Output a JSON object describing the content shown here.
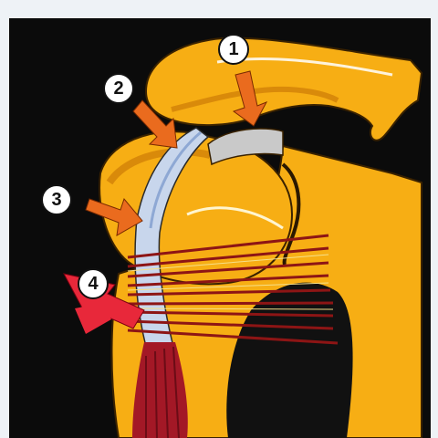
{
  "image": {
    "subject": "shoulder-anatomy-illustration",
    "colors": {
      "background": "#0b0b0b",
      "bone": "#f7ae14",
      "bone_shadow": "#d98a0a",
      "tendon": "#c8d6ec",
      "muscle": "#a31826",
      "arrow": "#ea6b1e",
      "ligament_lines": "#8d1515",
      "large_arrow": "#e8283a"
    }
  },
  "markers": [
    {
      "id": "m1",
      "label": "1"
    },
    {
      "id": "m2",
      "label": "2"
    },
    {
      "id": "m3",
      "label": "3"
    },
    {
      "id": "m4",
      "label": "4"
    }
  ]
}
